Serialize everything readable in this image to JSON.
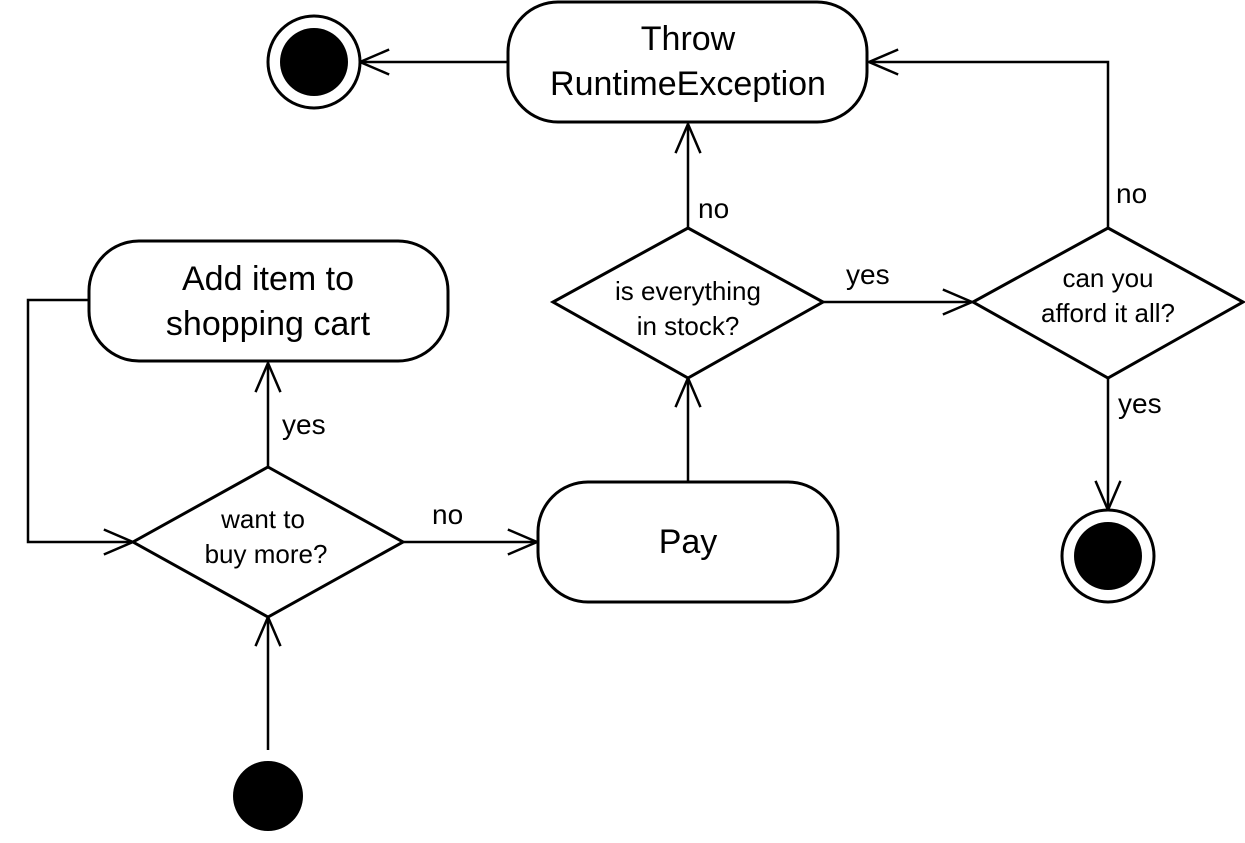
{
  "diagram": {
    "nodes": {
      "add_item": {
        "line1": "Add item to",
        "line2": "shopping cart"
      },
      "throw": {
        "line1": "Throw",
        "line2": "RuntimeException"
      },
      "pay": {
        "label": "Pay"
      },
      "want_more": {
        "line1": "want to",
        "line2": "buy more?"
      },
      "in_stock": {
        "line1": "is everything",
        "line2": "in stock?"
      },
      "afford": {
        "line1": "can you",
        "line2": "afford it all?"
      }
    },
    "edges": {
      "want_more_yes": "yes",
      "want_more_no": "no",
      "in_stock_yes": "yes",
      "in_stock_no": "no",
      "afford_no": "no",
      "afford_yes": "yes"
    }
  }
}
